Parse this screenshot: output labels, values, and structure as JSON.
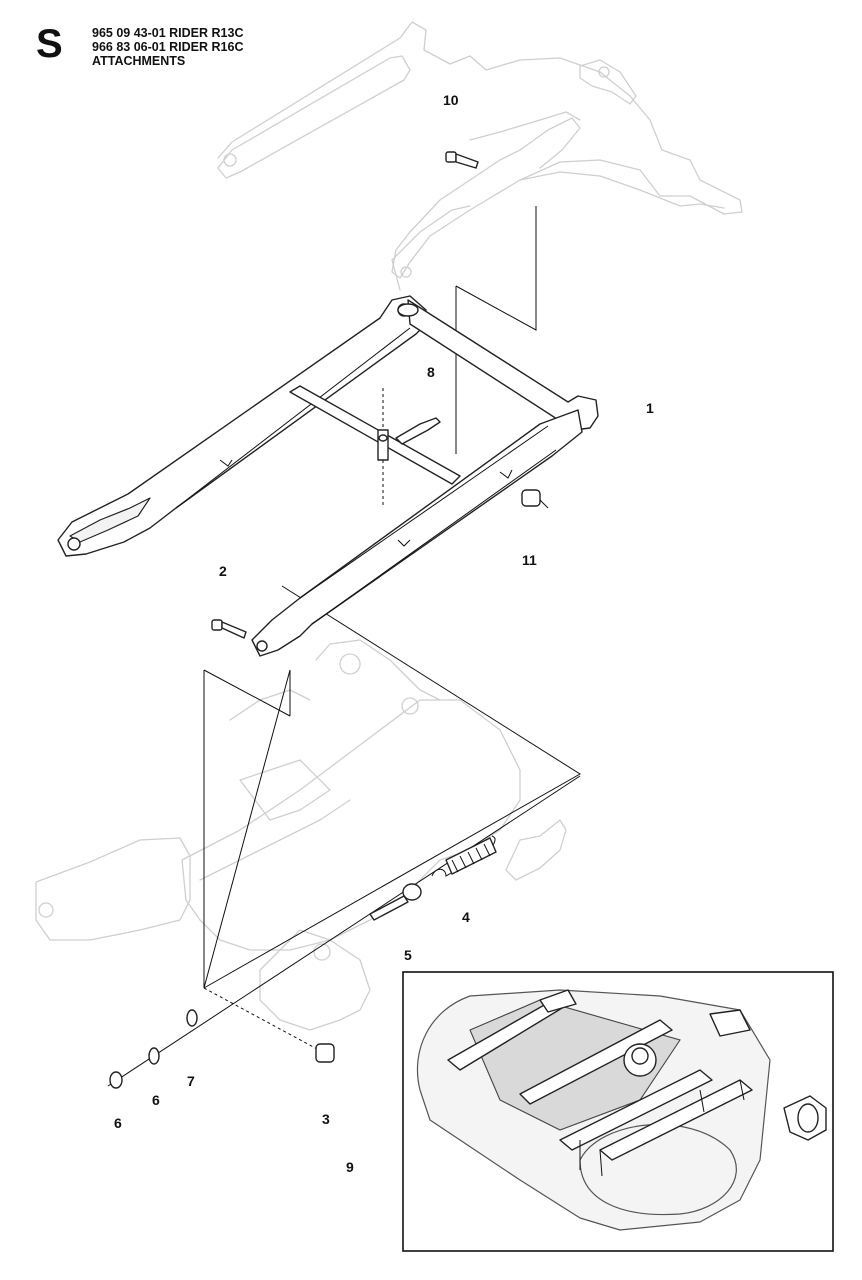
{
  "header": {
    "section_letter": "S",
    "lines": [
      "965 09 43-01 RIDER R13C",
      "966 83 06-01 RIDER R16C",
      "ATTACHMENTS"
    ]
  },
  "callouts": {
    "c1": "1",
    "c2": "2",
    "c3": "3",
    "c4": "4",
    "c5": "5",
    "c6a": "6",
    "c6b": "6",
    "c7": "7",
    "c8": "8",
    "c9": "9",
    "c10": "10",
    "c11": "11"
  }
}
